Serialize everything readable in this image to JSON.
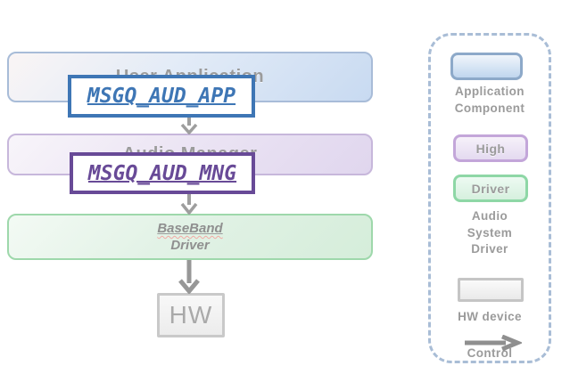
{
  "diagram": {
    "user_application": {
      "label": "User Application",
      "queue_badge": "MSGQ_AUD_APP"
    },
    "audio_manager": {
      "label": "Audio Manager",
      "queue_badge": "MSGQ_AUD_MNG"
    },
    "baseband_driver": {
      "line1": "BaseBand",
      "line2": "Driver"
    },
    "hw": {
      "label": "HW"
    }
  },
  "legend": {
    "application_component": {
      "line1": "Application",
      "line2": "Component"
    },
    "high": {
      "label": "High"
    },
    "driver": {
      "label": "Driver"
    },
    "audio_system_driver": {
      "line1": "Audio",
      "line2": "System",
      "line3": "Driver"
    },
    "hw_device": {
      "label": "HW device"
    },
    "control": {
      "label": "Control"
    }
  },
  "colors": {
    "application_fill": "#c8daf1",
    "application_border": "#a8bcd8",
    "manager_fill": "#e0d6ee",
    "manager_border": "#c7b7db",
    "driver_fill": "#d5edda",
    "driver_border": "#9ed8ab",
    "hw_fill": "#efefef",
    "hw_border": "#c9c9c9",
    "msgq_app_accent": "#3e76b5",
    "msgq_mng_accent": "#684a97",
    "arrow_gray": "#9e9e9e",
    "label_gray": "#9b9b9b",
    "legend_dash_border": "#a9bdd6"
  }
}
